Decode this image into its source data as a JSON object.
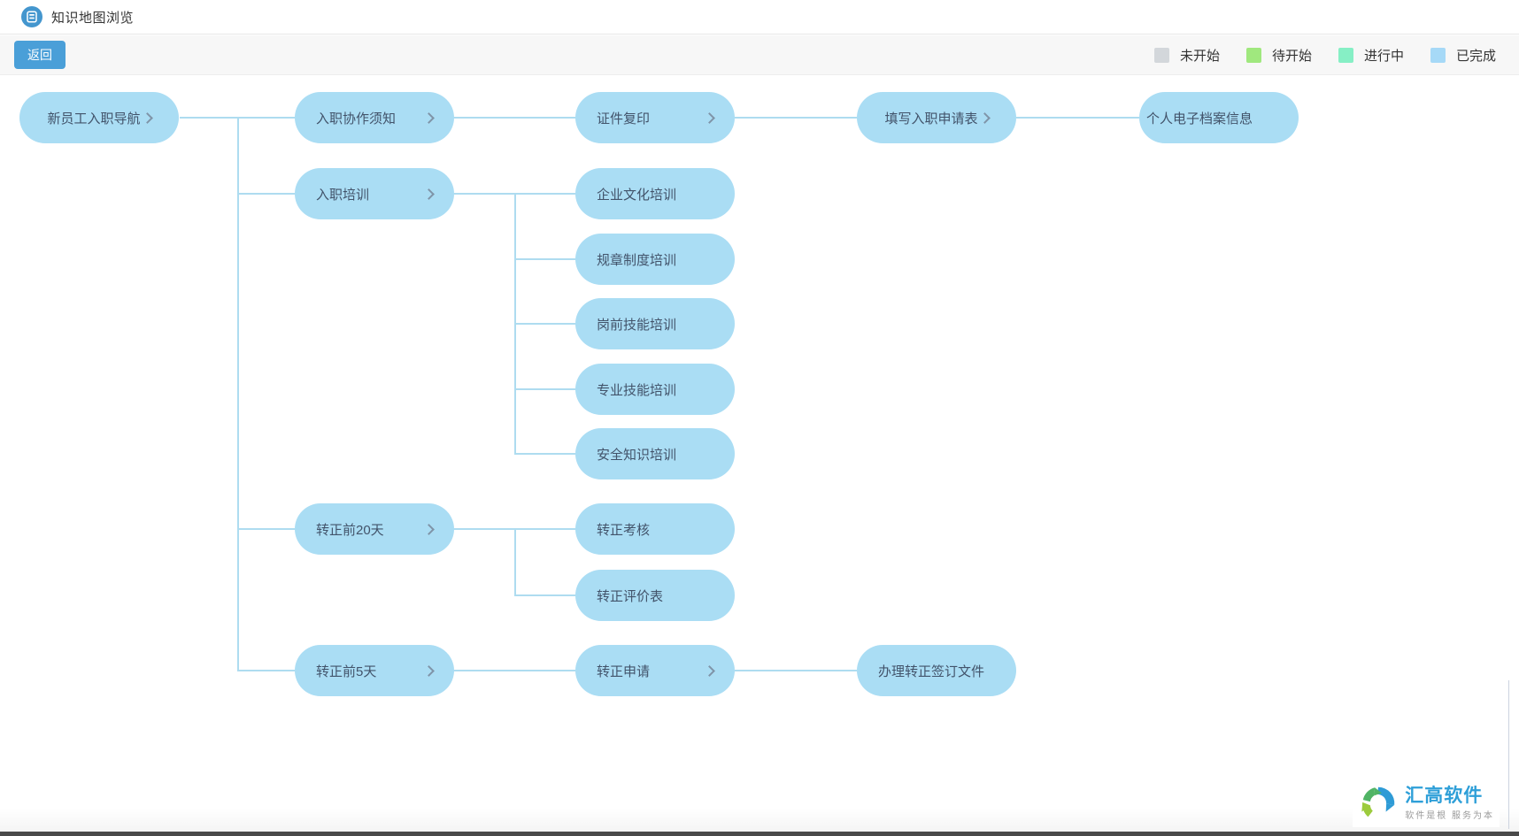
{
  "header": {
    "title": "知识地图浏览"
  },
  "toolbar": {
    "back_label": "返回"
  },
  "legend": {
    "items": [
      {
        "label": "未开始",
        "color": "#D3D7DB"
      },
      {
        "label": "待开始",
        "color": "#A0E87E"
      },
      {
        "label": "进行中",
        "color": "#86EFC5"
      },
      {
        "label": "已完成",
        "color": "#A6D9F7"
      }
    ]
  },
  "tree": {
    "label": "新员工入职导航",
    "children": [
      {
        "label": "入职协作须知",
        "children": [
          {
            "label": "证件复印",
            "children": [
              {
                "label": "填写入职申请表",
                "children": [
                  {
                    "label": "个人电子档案信息"
                  }
                ]
              }
            ]
          }
        ]
      },
      {
        "label": "入职培训",
        "children": [
          {
            "label": "企业文化培训"
          },
          {
            "label": "规章制度培训"
          },
          {
            "label": "岗前技能培训"
          },
          {
            "label": "专业技能培训"
          },
          {
            "label": "安全知识培训"
          }
        ]
      },
      {
        "label": "转正前20天",
        "children": [
          {
            "label": "转正考核"
          },
          {
            "label": "转正评价表"
          }
        ]
      },
      {
        "label": "转正前5天",
        "children": [
          {
            "label": "转正申请",
            "children": [
              {
                "label": "办理转正签订文件"
              }
            ]
          }
        ]
      }
    ]
  },
  "watermark": {
    "brand": "汇高软件",
    "tagline": "软件是根  服务为本"
  },
  "colors": {
    "accent": "#4A9FD8",
    "node_fill": "#AADDF4",
    "node_text": "#42536A",
    "connector": "#AEDCF0",
    "chevron": "#7F94A8",
    "header_icon": "#4496CE",
    "brand_blue": "#2E9FD8",
    "status_not_started": "#D3D7DB",
    "status_waiting": "#A0E87E",
    "status_in_progress": "#86EFC5",
    "status_done": "#A6D9F7"
  }
}
